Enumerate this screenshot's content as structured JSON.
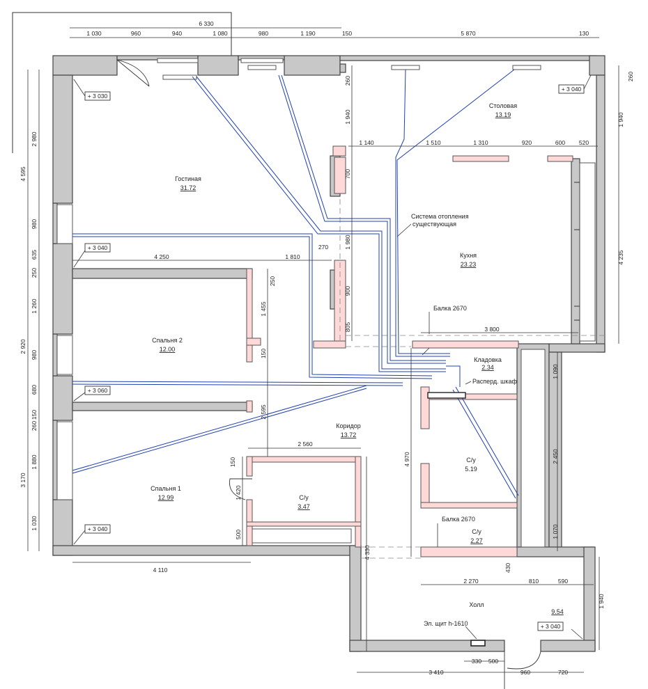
{
  "rooms": [
    {
      "id": "living",
      "name": "Гостиная",
      "area": "31.72"
    },
    {
      "id": "dining",
      "name": "Столовая",
      "area": "13.19"
    },
    {
      "id": "kitchen",
      "name": "Кухня",
      "area": "23.23"
    },
    {
      "id": "bed2",
      "name": "Спальня 2",
      "area": "12.00"
    },
    {
      "id": "pantry",
      "name": "Кладовка",
      "area": "2.34"
    },
    {
      "id": "corridor",
      "name": "Коридор",
      "area": "13.72"
    },
    {
      "id": "bath-right",
      "name": "С/у",
      "area": "5.19"
    },
    {
      "id": "bed1",
      "name": "Спальня 1",
      "area": "12.99"
    },
    {
      "id": "bath-mid",
      "name": "С/у",
      "area": "3.47"
    },
    {
      "id": "bath-small",
      "name": "С/у",
      "area": "2.27"
    },
    {
      "id": "hall",
      "name": "Холл",
      "area": "9.54"
    }
  ],
  "notes": {
    "heating": "Система отопления",
    "heating2": "существующая",
    "beam1": "Балка 2670",
    "beam2": "Балка 2670",
    "cabinet": "Расперд. шкаф",
    "panel": "Эл. щит h-1610"
  },
  "levels": [
    "+ 3 030",
    "+ 3 040",
    "+ 3 040",
    "+ 3 060",
    "+ 3 040",
    "+ 3 040"
  ],
  "dims": {
    "top_total": "6 330",
    "top": [
      "1 030",
      "960",
      "940",
      "1 080",
      "980",
      "1 190",
      "150",
      "5 870",
      "130"
    ],
    "left_outer": [
      "4 595",
      "3 170"
    ],
    "left_inner": [
      "2 980",
      "980",
      "635",
      "250",
      "1 260",
      "2 920",
      "980",
      "680",
      "150",
      "260",
      "1 880",
      "1 030"
    ],
    "right": [
      "260",
      "1 940",
      "4 235",
      "1 940"
    ],
    "kitchen_top": [
      "1 140",
      "1 510",
      "1 310",
      "920",
      "600",
      "520"
    ],
    "partition_v": [
      "260",
      "1 940",
      "700",
      "1 980",
      "270",
      "900",
      "805"
    ],
    "living_h": [
      "4 250",
      "1 810"
    ],
    "bed2_v": [
      "250",
      "1 455",
      "150",
      "2 595"
    ],
    "kitchen_bottom": "3 800",
    "corridor_v": "4 970",
    "pantry_right": [
      "1 090",
      "2 450",
      "1 070"
    ],
    "bath_mid": [
      "2 560",
      "150",
      "1 420",
      "500"
    ],
    "hall_v": "4 330",
    "bed1_bottom": "4 110",
    "hall_top": [
      "2 270",
      "810",
      "590",
      "430"
    ],
    "bottom": [
      "330",
      "500",
      "3 410",
      "960",
      "720"
    ]
  },
  "colors": {
    "wall": "#c8c8c8",
    "partition": "#ffd8d8",
    "pipe": "#1f3fb0"
  }
}
